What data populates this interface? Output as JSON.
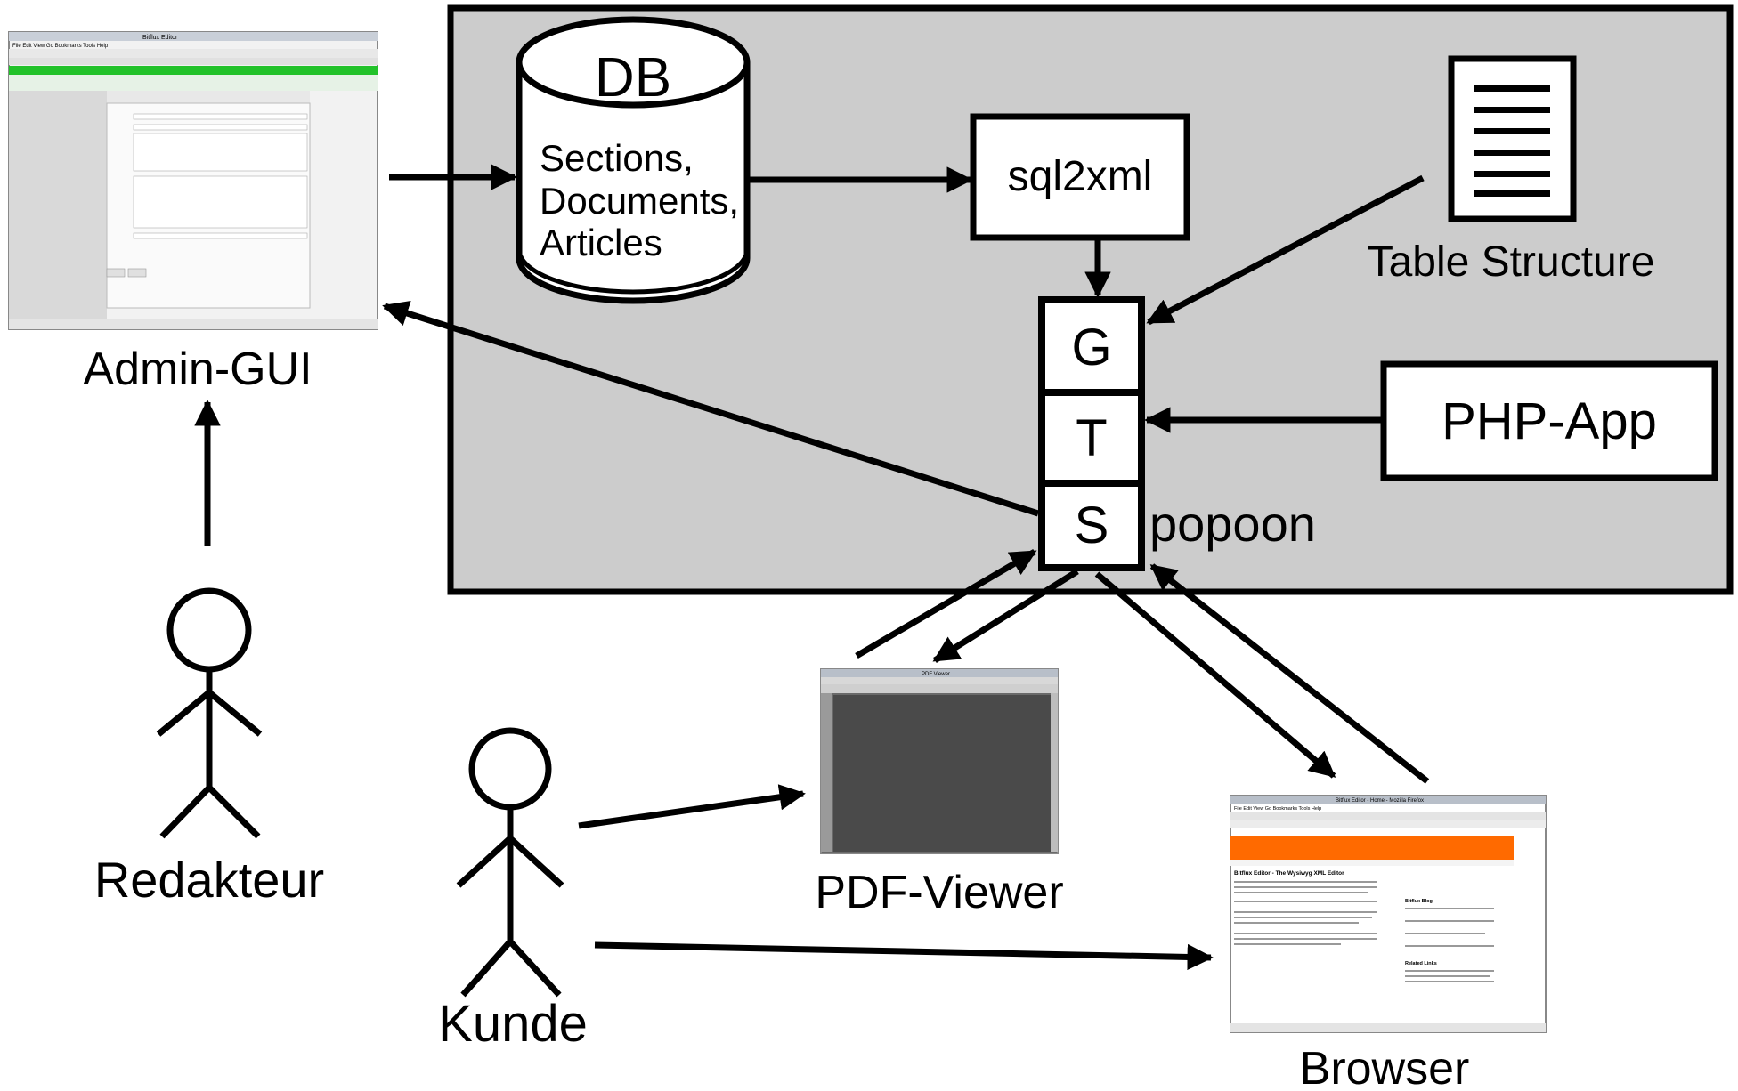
{
  "labels": {
    "db_title": "DB",
    "db_line1": "Sections,",
    "db_line2": "Documents,",
    "db_line3": "Articles",
    "sql2xml": "sql2xml",
    "table_structure": "Table Structure",
    "gts_g": "G",
    "gts_t": "T",
    "gts_s": "S",
    "popoon": "popoon",
    "php_app": "PHP-App",
    "admin_gui": "Admin-GUI",
    "redakteur": "Redakteur",
    "kunde": "Kunde",
    "pdf_viewer": "PDF-Viewer",
    "browser": "Browser"
  },
  "screens": {
    "admin": {
      "title": "Bitflux Editor",
      "menu": "File  Edit  View  Go  Bookmarks  Tools  Help"
    },
    "pdf": {
      "title": "PDF Viewer"
    },
    "browser": {
      "title": "Bitflux Editor - Home - Mozilla Firefox",
      "menu": "File  Edit  View  Go  Bookmarks  Tools  Help",
      "heading": "Bitflux Editor - The Wysiwyg XML Editor",
      "sidebar_heading": "Bitflux Blog",
      "related": "Related Links"
    }
  },
  "colors": {
    "server_bg": "#cccccc",
    "admin_green": "#22c22a",
    "browser_orange": "#ff6a00",
    "pdf_dark": "#4a4a4a"
  }
}
